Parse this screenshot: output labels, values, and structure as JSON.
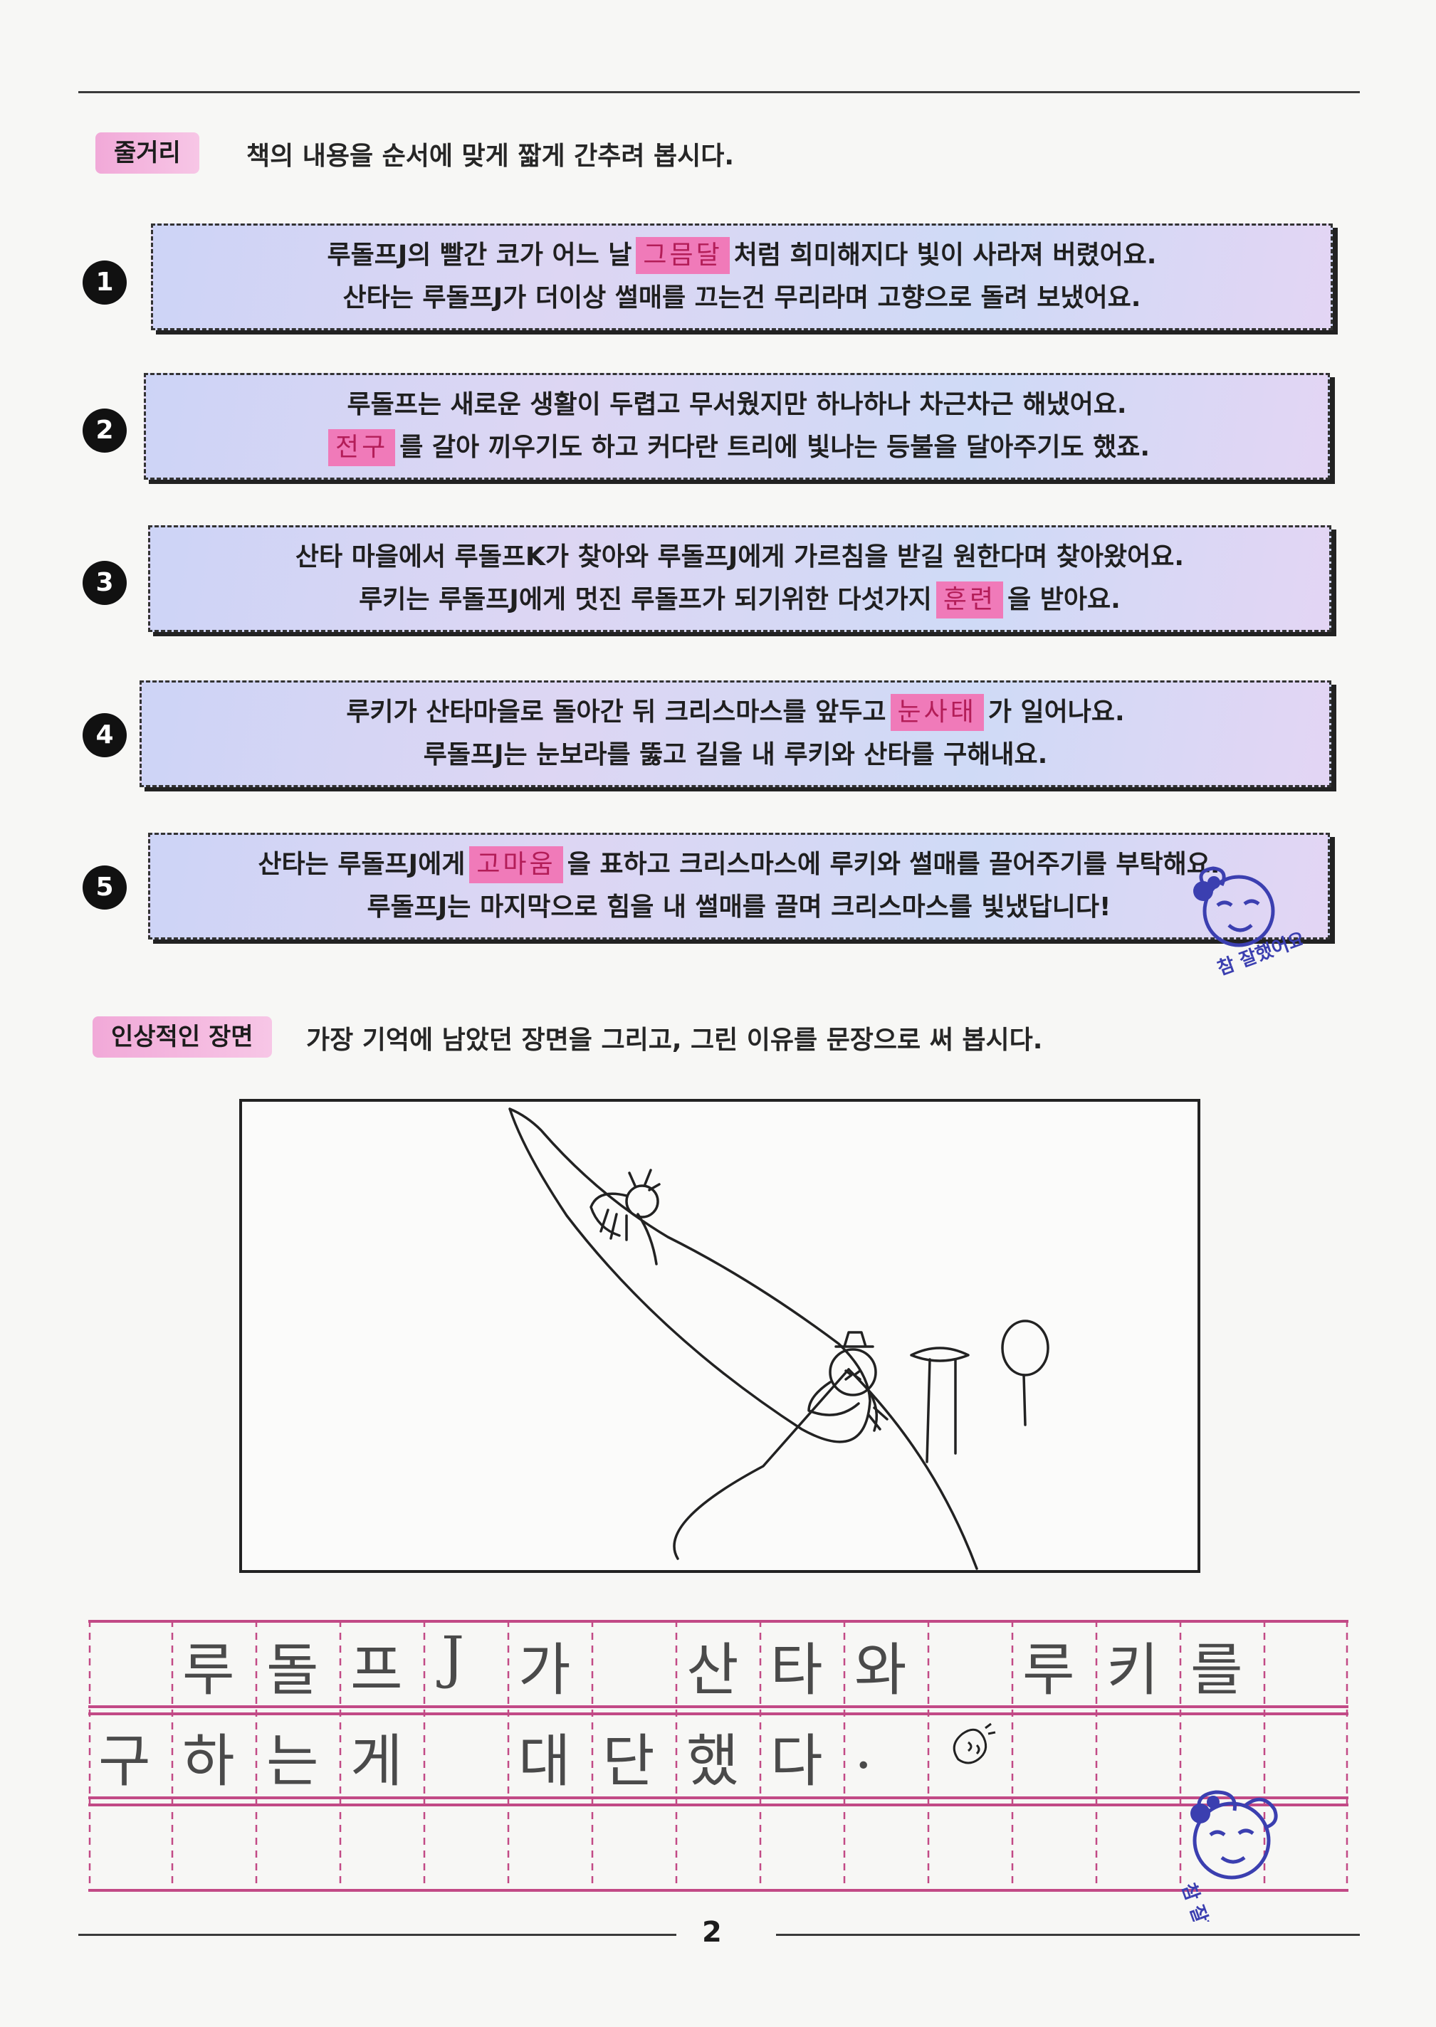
{
  "plot_section": {
    "tag": "줄거리",
    "instruction": "책의 내용을 순서에 맞게 짧게 간추려 봅시다."
  },
  "summaries": [
    {
      "number": "1",
      "line1_before": "루돌프J의 빨간 코가 어느 날",
      "line1_fill": "그믐달",
      "line1_after": "처럼 희미해지다 빛이 사라져 버렸어요.",
      "line2": "산타는 루돌프J가 더이상 썰매를 끄는건 무리라며 고향으로 돌려 보냈어요."
    },
    {
      "number": "2",
      "line1": "루돌프는 새로운 생활이 두렵고 무서웠지만 하나하나 차근차근 해냈어요.",
      "line2_fill": "전구",
      "line2_after": "를 갈아 끼우기도 하고 커다란 트리에 빛나는 등불을 달아주기도 했죠."
    },
    {
      "number": "3",
      "line1": "산타 마을에서 루돌프K가 찾아와 루돌프J에게 가르침을 받길 원한다며 찾아왔어요.",
      "line2_before": "루키는 루돌프J에게 멋진 루돌프가 되기위한 다섯가지",
      "line2_fill": "훈련",
      "line2_after": "을 받아요."
    },
    {
      "number": "4",
      "line1_before": "루키가 산타마을로 돌아간 뒤 크리스마스를 앞두고",
      "line1_fill": "눈사태",
      "line1_after": "가 일어나요.",
      "line2": "루돌프J는 눈보라를 뚫고 길을 내 루키와 산타를 구해내요."
    },
    {
      "number": "5",
      "line1_before": "산타는 루돌프J에게",
      "line1_fill": "고마움",
      "line1_after": "을 표하고 크리스마스에 루키와 썰매를 끌어주기를 부탁해요.",
      "line2": "루돌프J는 마지막으로 힘을 내 썰매를 끌며 크리스마스를 빛냈답니다!"
    }
  ],
  "scene_section": {
    "tag": "인상적인 장면",
    "instruction": "가장 기억에 남았던 장면을 그리고, 그린 이유를 문장으로 써 봅시다."
  },
  "handwriting": {
    "row1": [
      "루",
      "돌",
      "프",
      "J",
      "가",
      "",
      "산",
      "타",
      "와",
      "",
      "루",
      "키",
      "를"
    ],
    "row2": [
      "구",
      "하",
      "는",
      "게",
      "",
      "대",
      "단",
      "했",
      "다",
      "."
    ]
  },
  "stamp_text": "참 잘했어요",
  "page_number": "2",
  "colors": {
    "highlight": "#f07ab9",
    "tag_pink": "#f1a9d8",
    "grid_line": "#c24a86",
    "stamp_blue": "#3b3fb0"
  }
}
